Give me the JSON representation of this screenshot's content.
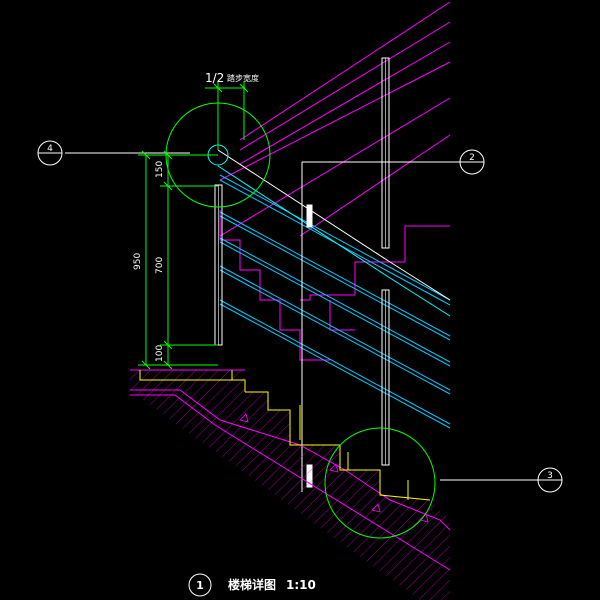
{
  "top_label": {
    "fraction": "1/2",
    "text": "踏步宽度"
  },
  "callouts": [
    {
      "id": "4"
    },
    {
      "id": "2"
    },
    {
      "id": "3"
    }
  ],
  "dimensions": {
    "d150": "150",
    "d700": "700",
    "d950": "950",
    "d100": "100"
  },
  "title": {
    "number": "1",
    "name": "楼梯详图",
    "scale": "1:10"
  },
  "colors": {
    "background": "#000000",
    "magenta": "#ff00ff",
    "green": "#00ff00",
    "cyan": "#00ffff",
    "white": "#ffffff",
    "yellow": "#ffff00",
    "blue": "#4040ff"
  }
}
